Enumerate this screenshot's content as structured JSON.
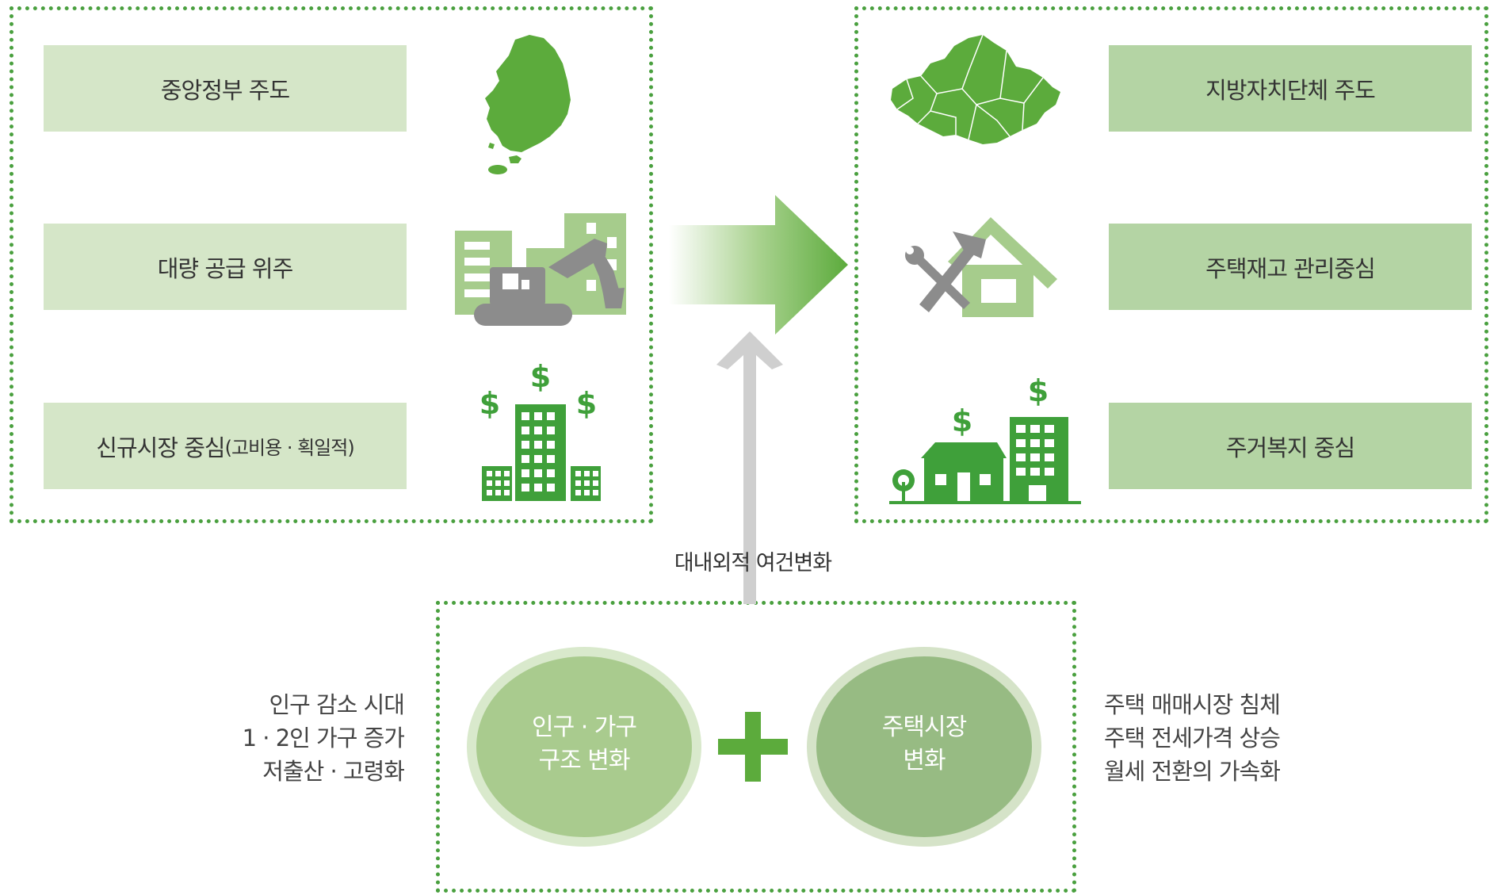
{
  "before": {
    "items": [
      {
        "label": "중앙정부 주도",
        "icon": "korea-map-icon"
      },
      {
        "label": "대량 공급 위주",
        "icon": "construction-excavator-icon"
      },
      {
        "label_main": "신규시장 중심",
        "label_sub": "(고비용 · 획일적)",
        "icon": "money-buildings-icon"
      }
    ]
  },
  "after": {
    "items": [
      {
        "label": "지방자치단체 주도",
        "icon": "seoul-map-icon"
      },
      {
        "label": "주택재고 관리중심",
        "icon": "house-repair-tools-icon"
      },
      {
        "label": "주거복지 중심",
        "icon": "housing-welfare-icon"
      }
    ]
  },
  "transition": {
    "caption": "대내외적 여건변화"
  },
  "drivers": {
    "left_notes": [
      "인구 감소 시대",
      "1 · 2인 가구 증가",
      "저출산 · 고령화"
    ],
    "circle1": [
      "인구 · 가구",
      "구조 변화"
    ],
    "circle2": [
      "주택시장",
      "변화"
    ],
    "plus": "+",
    "right_notes": [
      "주택 매매시장 침체",
      "주택 전세가격 상승",
      "월세 전환의 가속화"
    ]
  },
  "colors": {
    "green_dark": "#5cab3c",
    "green_light_box": "#d5e6c8",
    "green_mid_box": "#b4d4a4",
    "circle1": "#a9cb8e",
    "circle2": "#97bb83",
    "arrow_gray": "#cfcfcf"
  }
}
